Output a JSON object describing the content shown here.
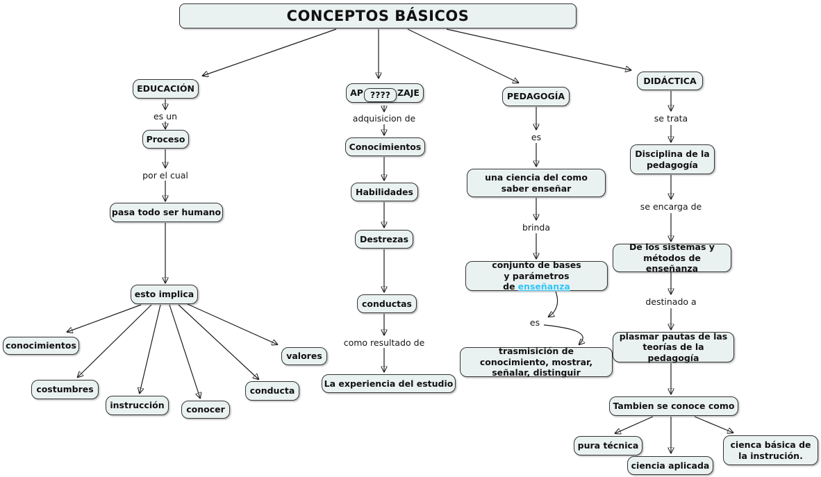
{
  "title": "CONCEPTOS BÁSICOS",
  "colors": {
    "node_fill": "#eaf2f1",
    "node_border": "#333333",
    "hyperlink": "#2fc5f8"
  },
  "branches": {
    "educacion": {
      "root": "EDUCACIÓN",
      "link1": "es un",
      "proceso": "Proceso",
      "link2": "por el cual",
      "pasa_todo": "pasa todo ser humano",
      "esto_implica": "esto implica",
      "leaves": {
        "conocimientos": "conocimientos",
        "costumbres": "costumbres",
        "instruccion": "instrucción",
        "conocer": "conocer",
        "conducta": "conducta",
        "valores": "valores"
      }
    },
    "aprendizaje": {
      "root_prefix": "AP",
      "root_mask": "????",
      "root_suffix": "ZAJE",
      "link1": "adquisicion de",
      "conocimientos": "Conocimientos",
      "habilidades": "Habilidades",
      "destrezas": "Destrezas",
      "conductas": "conductas",
      "link2": "como resultado de",
      "experiencia": "La experiencia del estudio"
    },
    "pedagogia": {
      "root": "PEDAGOGÍA",
      "link1": "es",
      "una_ciencia": "una ciencia del como saber enseñar",
      "link2": "brinda",
      "conjunto_line1": "conjunto de bases",
      "conjunto_line2": "y parámetros de",
      "conjunto_hyperlink": "enseñanza",
      "link3": "es",
      "trasmision": "trasmisición de conocimiento, mostrar, señalar, distinguir"
    },
    "didactica": {
      "root": "DIDÁCTICA",
      "link1": "se trata",
      "disciplina": "Disciplina de la pedagogía",
      "link2": "se encarga de",
      "sistemas": "De los sistemas y métodos de enseñanza",
      "link3": "destinado a",
      "plasmar": "plasmar pautas de las teorías de la pedagogía",
      "tambien": "Tambien se conoce como",
      "leaves": {
        "pura_tecnica": "pura técnica",
        "ciencia_aplicada": "ciencia aplicada",
        "cienca_basica": "cienca básica de la instrución."
      }
    }
  }
}
